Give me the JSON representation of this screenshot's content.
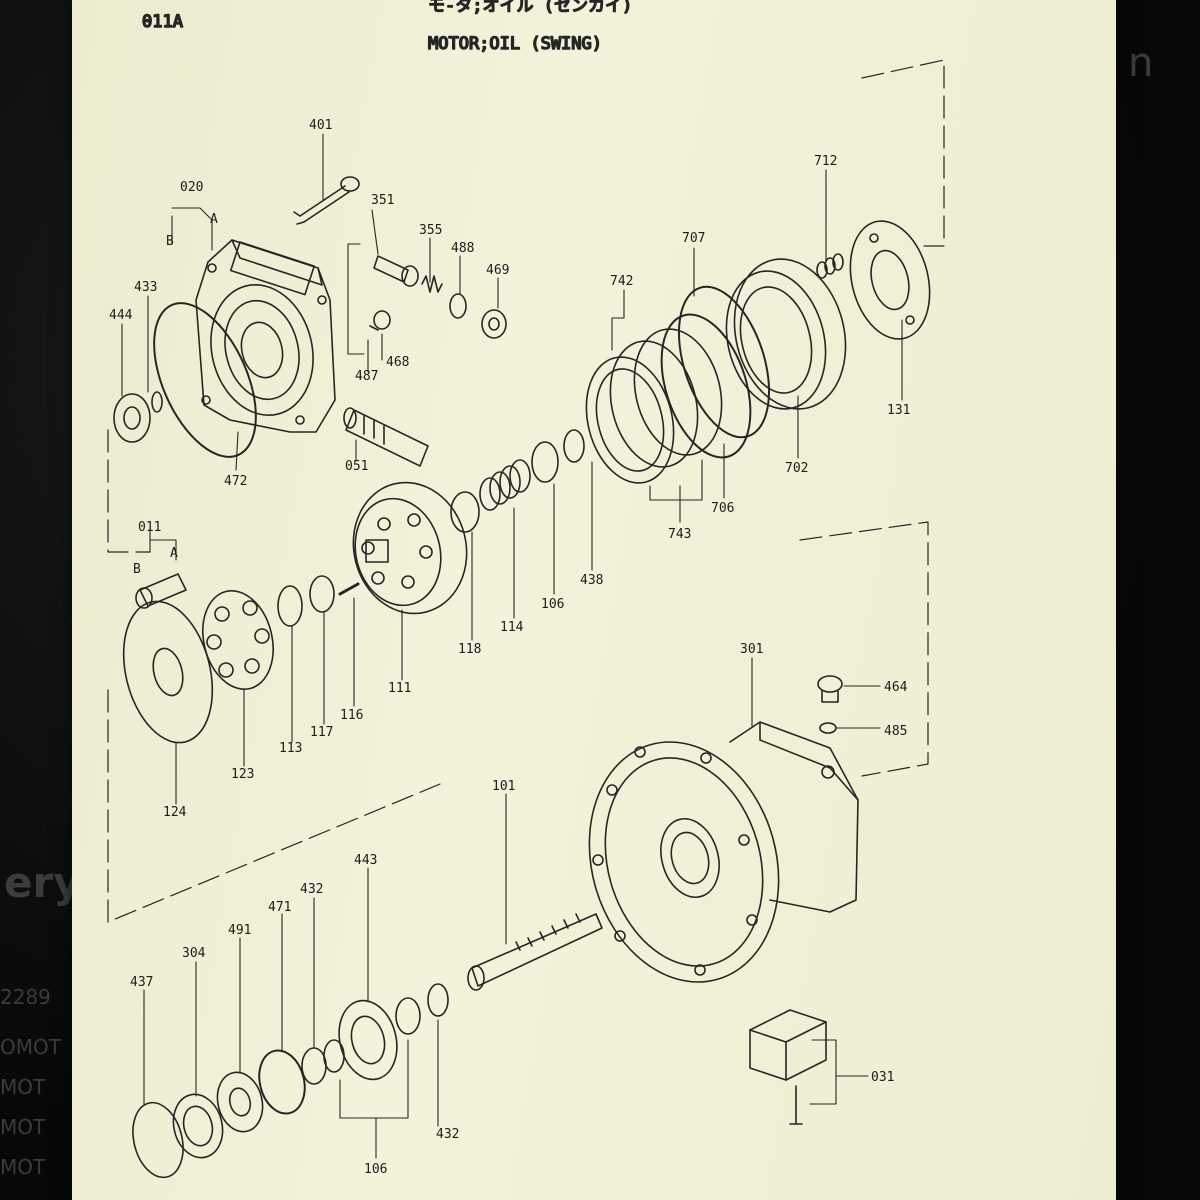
{
  "page": {
    "code": "011A",
    "title_jp": "モ-タ;オイル (センカイ)",
    "title": "MOTOR;OIL (SWING)"
  },
  "background_text": [
    "n",
    "ery",
    "2289",
    "OMOT",
    "MOT",
    "MOT",
    "MOT"
  ],
  "colors": {
    "paper": "#f0efd6",
    "ink": "#1c1c1c",
    "screen": "#0b0c0c"
  },
  "labels": [
    {
      "id": "401",
      "text": "401"
    },
    {
      "id": "712",
      "text": "712"
    },
    {
      "id": "020",
      "text": "020"
    },
    {
      "id": "020a",
      "text": "A"
    },
    {
      "id": "020b",
      "text": "B"
    },
    {
      "id": "351",
      "text": "351"
    },
    {
      "id": "355",
      "text": "355"
    },
    {
      "id": "488",
      "text": "488"
    },
    {
      "id": "707",
      "text": "707"
    },
    {
      "id": "469",
      "text": "469"
    },
    {
      "id": "742",
      "text": "742"
    },
    {
      "id": "433",
      "text": "433"
    },
    {
      "id": "444",
      "text": "444"
    },
    {
      "id": "468",
      "text": "468"
    },
    {
      "id": "487",
      "text": "487"
    },
    {
      "id": "131",
      "text": "131"
    },
    {
      "id": "051",
      "text": "051"
    },
    {
      "id": "472",
      "text": "472"
    },
    {
      "id": "702",
      "text": "702"
    },
    {
      "id": "706",
      "text": "706"
    },
    {
      "id": "011",
      "text": "011"
    },
    {
      "id": "011a",
      "text": "A"
    },
    {
      "id": "011b",
      "text": "B"
    },
    {
      "id": "743",
      "text": "743"
    },
    {
      "id": "438",
      "text": "438"
    },
    {
      "id": "106a",
      "text": "106"
    },
    {
      "id": "114",
      "text": "114"
    },
    {
      "id": "118",
      "text": "118"
    },
    {
      "id": "301",
      "text": "301"
    },
    {
      "id": "464",
      "text": "464"
    },
    {
      "id": "111",
      "text": "111"
    },
    {
      "id": "116",
      "text": "116"
    },
    {
      "id": "117",
      "text": "117"
    },
    {
      "id": "485",
      "text": "485"
    },
    {
      "id": "113",
      "text": "113"
    },
    {
      "id": "123",
      "text": "123"
    },
    {
      "id": "101",
      "text": "101"
    },
    {
      "id": "124",
      "text": "124"
    },
    {
      "id": "443",
      "text": "443"
    },
    {
      "id": "432a",
      "text": "432"
    },
    {
      "id": "471",
      "text": "471"
    },
    {
      "id": "491",
      "text": "491"
    },
    {
      "id": "304",
      "text": "304"
    },
    {
      "id": "437",
      "text": "437"
    },
    {
      "id": "031",
      "text": "031"
    },
    {
      "id": "432b",
      "text": "432"
    },
    {
      "id": "106b",
      "text": "106"
    }
  ]
}
